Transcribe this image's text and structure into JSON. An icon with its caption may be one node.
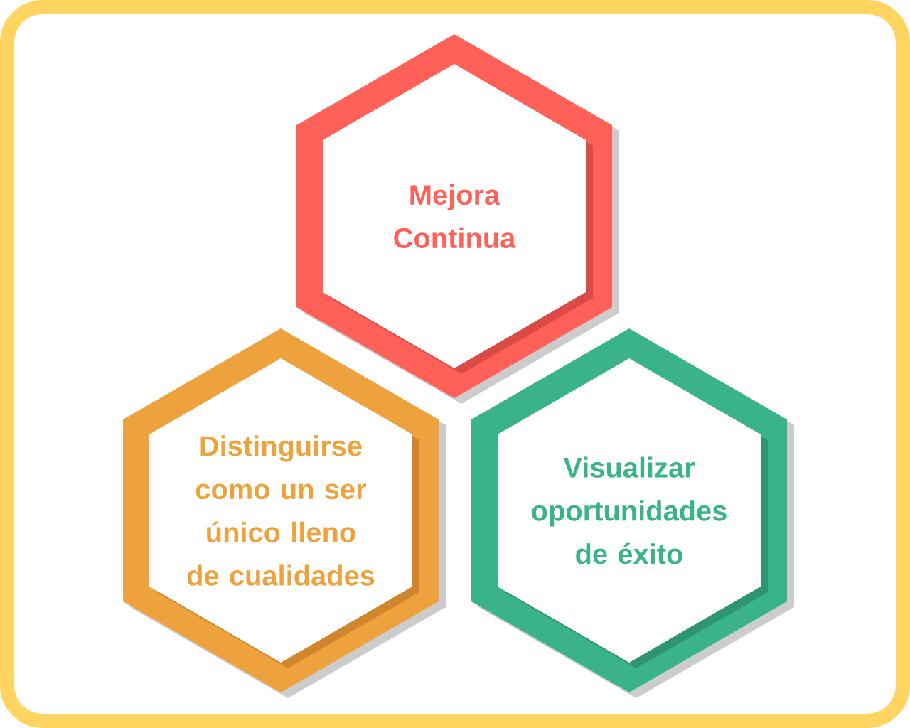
{
  "diagram": {
    "nodes": [
      {
        "text": [
          "Mejora Continua"
        ]
      },
      {
        "text": [
          "Distinguirse como un ser único lleno de cualidades"
        ]
      },
      {
        "text": [
          "Visualizar oportunidades de éxito"
        ]
      }
    ]
  }
}
